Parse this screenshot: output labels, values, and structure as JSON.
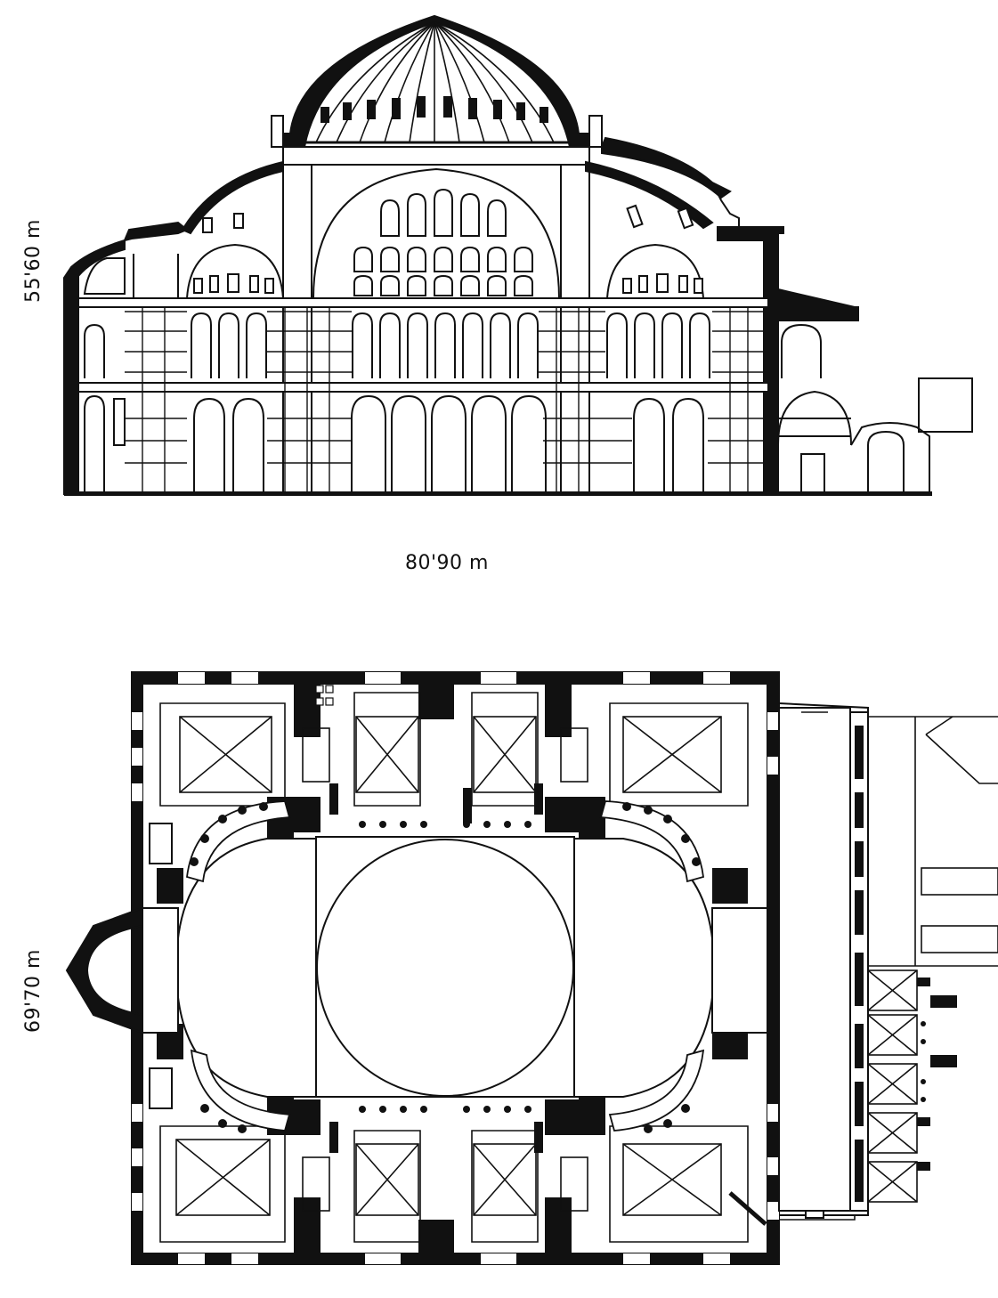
{
  "labels": {
    "height": "55'60 m",
    "width": "80'90 m",
    "length": "69'70 m"
  },
  "colors": {
    "ink": "#111111",
    "paper": "#ffffff"
  }
}
